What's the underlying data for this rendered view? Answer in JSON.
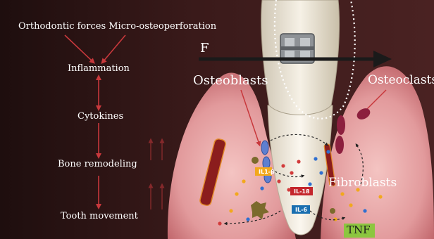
{
  "flow": {
    "inputs": "Orthodontic forces Micro-osteoperforation",
    "steps": [
      "Inflammation",
      "Cytokines",
      "Bone remodeling",
      "Tooth movement"
    ]
  },
  "labels": {
    "force": "F",
    "osteoblasts": "Osteoblasts",
    "osteoclasts": "Osteoclasts",
    "fibroblasts": "Fibroblasts",
    "il1": "IL1-β",
    "il18": "IL-18",
    "il6": "IL-6",
    "tnf": "TNF"
  },
  "colors": {
    "background": "#2a1414",
    "gum": "#d98d92",
    "arrow_red": "#c8383c",
    "tnf_bg": "#8cc63f",
    "il18_bg": "#c4262c",
    "il6_bg": "#1a6fb0",
    "il1_bg": "#f2a81d"
  }
}
